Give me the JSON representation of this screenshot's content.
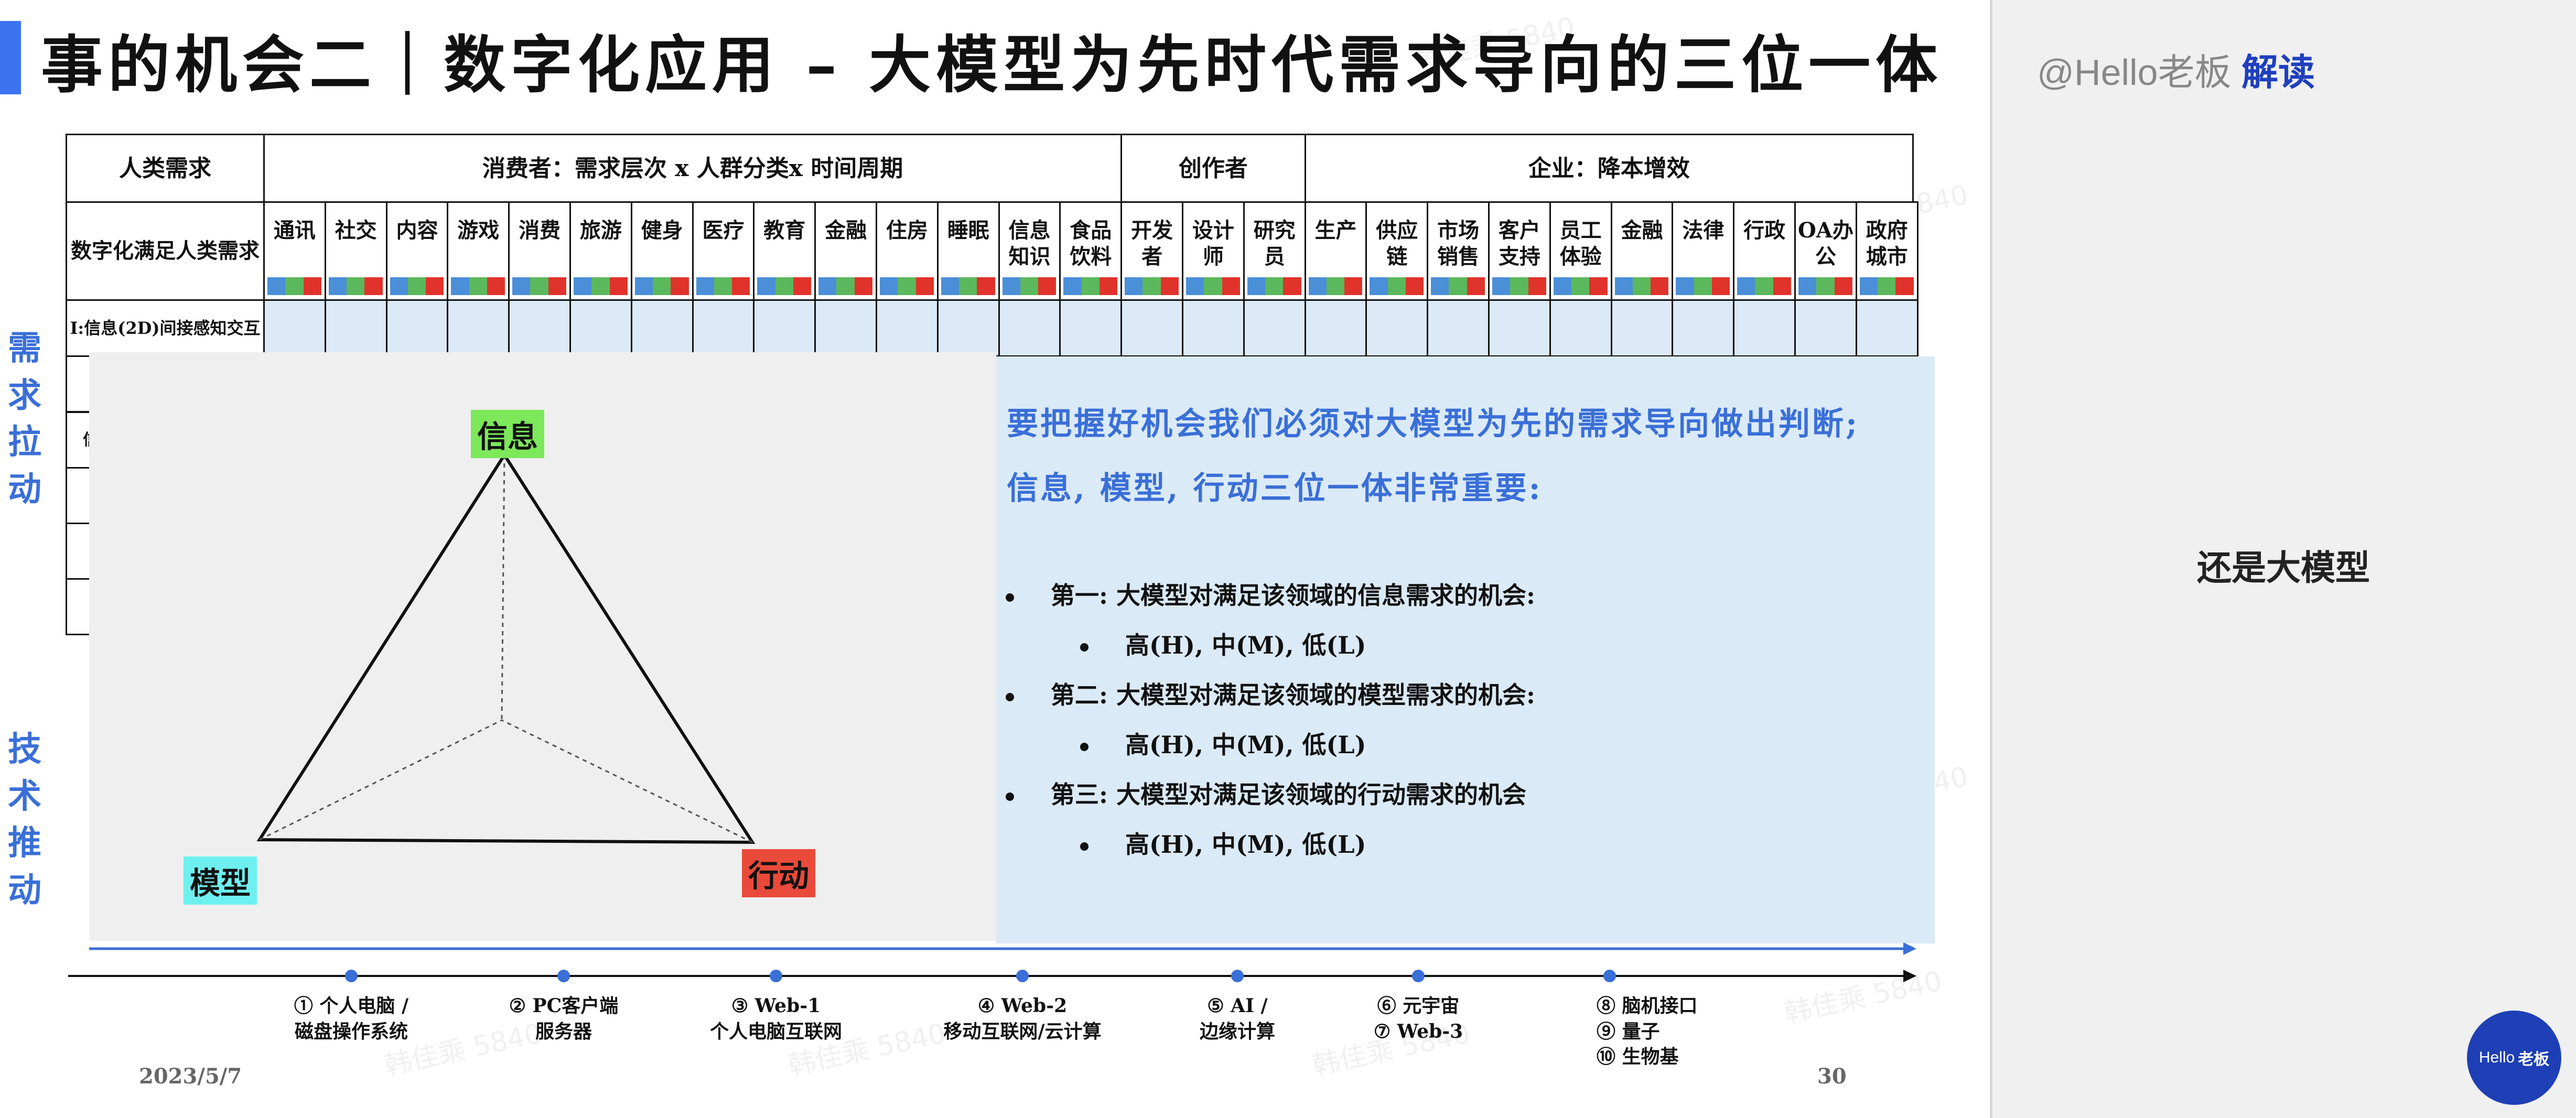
{
  "title": "事的机会二｜数字化应用 – 大模型为先时代需求导向的三位一体",
  "table": {
    "header_row1": [
      "人类需求",
      "消费者：需求层次 x 人群分类x 时间周期",
      "创作者",
      "企业：降本增效"
    ],
    "row_header": "数字化满足人类需求",
    "columns": [
      "通讯",
      "社交",
      "内容",
      "游戏",
      "消费",
      "旅游",
      "健身",
      "医疗",
      "教育",
      "金融",
      "住房",
      "睡眠",
      "信息知识",
      "食品饮料",
      "开发者",
      "设计师",
      "研究员",
      "生产",
      "供应链",
      "市场销售",
      "客户支持",
      "员工体验",
      "金融",
      "法律",
      "行政",
      "OA办公",
      "政府城市"
    ],
    "row_label_1": "I:信息(2D)间接感知交互",
    "row_label_2": "信"
  },
  "side_labels": {
    "top": "需求拉动",
    "bottom": "技术推动"
  },
  "triangle": {
    "top": "信息",
    "left": "模型",
    "right": "行动"
  },
  "panel": {
    "line1": "要把握好机会我们必须对大模型为先的需求导向做出判断;",
    "line2": "信息, 模型, 行动三位一体非常重要:",
    "items": [
      {
        "text": "第一: 大模型对满足该领域的信息需求的机会:",
        "sub": "高(H), 中(M), 低(L)"
      },
      {
        "text": "第二: 大模型对满足该领域的模型需求的机会:",
        "sub": "高(H), 中(M), 低(L)"
      },
      {
        "text": "第三: 大模型对满足该领域的行动需求的机会",
        "sub": "高(H), 中(M), 低(L)"
      }
    ]
  },
  "timeline": [
    {
      "l1": "① 个人电脑 /",
      "l2": "磁盘操作系统"
    },
    {
      "l1": "② PC客户端",
      "l2": "服务器"
    },
    {
      "l1": "③ Web-1",
      "l2": "个人电脑互联网"
    },
    {
      "l1": "④ Web-2",
      "l2": "移动互联网/云计算"
    },
    {
      "l1": "⑤ AI /",
      "l2": "边缘计算"
    },
    {
      "l1": "⑥ 元宇宙",
      "l2": "⑦ Web-3"
    },
    {
      "l1": "⑧ 脑机接口",
      "l2": "⑨ 量子",
      "l3": "⑩ 生物基"
    }
  ],
  "footer": {
    "date": "2023/5/7",
    "page": "30"
  },
  "watermark": "韩佳乘 5840",
  "side_panel": {
    "handle_prefix": "@Hello老板",
    "handle_suffix": "解读",
    "text": "还是大模型",
    "logo_prefix": "Hello",
    "logo_suffix": "老板"
  },
  "colors": {
    "accent": "#3b73f0",
    "blue_text": "#3a6fd8",
    "panel_blue": "#dbeaf7",
    "bar_blue": "#4a8fd8",
    "bar_green": "#5cb85c",
    "bar_red": "#e0332b",
    "tri_green": "#7ce85a",
    "tri_cyan": "#6ff0f0",
    "tri_red": "#ea4a3a"
  }
}
